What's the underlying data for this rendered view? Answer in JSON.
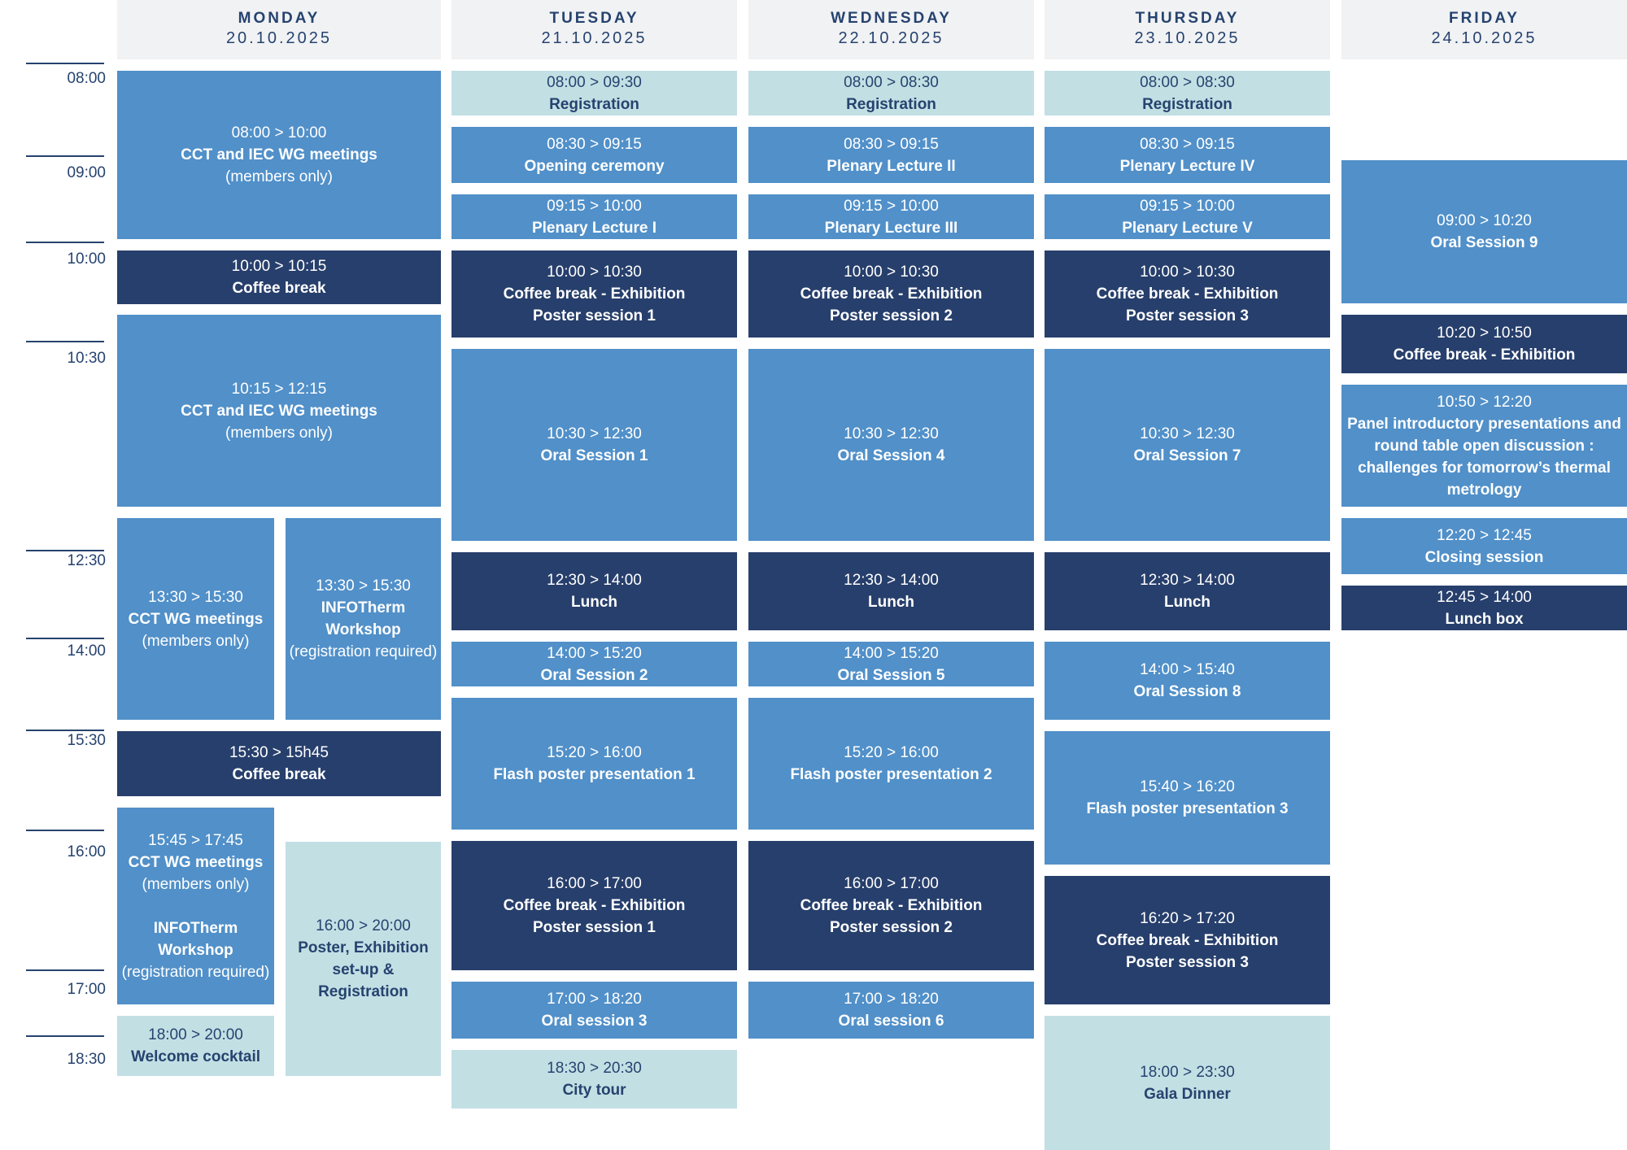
{
  "time_axis": [
    "08:00",
    "09:00",
    "10:00",
    "10:30",
    "12:30",
    "14:00",
    "15:30",
    "16:00",
    "17:00",
    "18:30"
  ],
  "days": [
    {
      "name": "MONDAY",
      "date": "20.10.2025"
    },
    {
      "name": "TUESDAY",
      "date": "21.10.2025"
    },
    {
      "name": "WEDNESDAY",
      "date": "22.10.2025"
    },
    {
      "name": "THURSDAY",
      "date": "23.10.2025"
    },
    {
      "name": "FRIDAY",
      "date": "24.10.2025"
    }
  ],
  "events": {
    "mon": [
      {
        "time": "08:00 > 10:00",
        "title": "CCT and IEC WG meetings",
        "sub": "(members only)"
      },
      {
        "time": "10:00 > 10:15",
        "title": "Coffee break"
      },
      {
        "time": "10:15 > 12:15",
        "title": "CCT and IEC WG meetings",
        "sub": "(members only)"
      },
      {
        "time": "13:30 > 15:30",
        "title": "CCT WG meetings",
        "sub": "(members only)"
      },
      {
        "time": "13:30 > 15:30",
        "title": "INFOTherm Workshop",
        "sub": "(registration required)"
      },
      {
        "time": "15:30 > 15h45",
        "title": "Coffee break"
      },
      {
        "time": "15:45 > 17:45",
        "title": "CCT WG meetings",
        "sub": "(members only)",
        "title2": "INFOTherm Workshop",
        "sub2": "(registration required)"
      },
      {
        "time": "16:00 > 20:00",
        "title": "Poster, Exhibition set-up & Registration"
      },
      {
        "time": "18:00 > 20:00",
        "title": "Welcome cocktail"
      }
    ],
    "tue": [
      {
        "time": "08:00 > 09:30",
        "title": "Registration"
      },
      {
        "time": "08:30 > 09:15",
        "title": "Opening ceremony"
      },
      {
        "time": "09:15 > 10:00",
        "title": "Plenary Lecture I"
      },
      {
        "time": "10:00 > 10:30",
        "title": "Coffee break - Exhibition",
        "title2": "Poster session 1"
      },
      {
        "time": "10:30 > 12:30",
        "title": "Oral Session 1"
      },
      {
        "time": "12:30 > 14:00",
        "title": "Lunch"
      },
      {
        "time": "14:00 > 15:20",
        "title": "Oral Session 2"
      },
      {
        "time": "15:20 > 16:00",
        "title": "Flash poster presentation 1"
      },
      {
        "time": "16:00 > 17:00",
        "title": "Coffee break - Exhibition",
        "title2": "Poster session 1"
      },
      {
        "time": "17:00 > 18:20",
        "title": "Oral session 3"
      },
      {
        "time": "18:30 > 20:30",
        "title": "City tour"
      }
    ],
    "wed": [
      {
        "time": "08:00 > 08:30",
        "title": "Registration"
      },
      {
        "time": "08:30 > 09:15",
        "title": "Plenary Lecture II"
      },
      {
        "time": "09:15 > 10:00",
        "title": "Plenary Lecture III"
      },
      {
        "time": "10:00 > 10:30",
        "title": "Coffee break - Exhibition",
        "title2": "Poster session 2"
      },
      {
        "time": "10:30 > 12:30",
        "title": "Oral Session 4"
      },
      {
        "time": "12:30 > 14:00",
        "title": "Lunch"
      },
      {
        "time": "14:00 > 15:20",
        "title": "Oral Session 5"
      },
      {
        "time": "15:20 > 16:00",
        "title": "Flash poster presentation 2"
      },
      {
        "time": "16:00 > 17:00",
        "title": "Coffee break - Exhibition",
        "title2": "Poster session 2"
      },
      {
        "time": "17:00 > 18:20",
        "title": "Oral session 6"
      }
    ],
    "thu": [
      {
        "time": "08:00 > 08:30",
        "title": "Registration"
      },
      {
        "time": "08:30 > 09:15",
        "title": "Plenary Lecture IV"
      },
      {
        "time": "09:15 > 10:00",
        "title": "Plenary Lecture V"
      },
      {
        "time": "10:00 > 10:30",
        "title": "Coffee break - Exhibition",
        "title2": "Poster session 3"
      },
      {
        "time": "10:30 > 12:30",
        "title": "Oral Session 7"
      },
      {
        "time": "12:30 > 14:00",
        "title": "Lunch"
      },
      {
        "time": "14:00 > 15:40",
        "title": "Oral Session 8"
      },
      {
        "time": "15:40 > 16:20",
        "title": "Flash poster presentation 3"
      },
      {
        "time": "16:20 > 17:20",
        "title": "Coffee break - Exhibition",
        "title2": "Poster session 3"
      },
      {
        "time": "18:00 > 23:30",
        "title": "Gala Dinner"
      }
    ],
    "fri": [
      {
        "time": "09:00 > 10:20",
        "title": "Oral Session 9"
      },
      {
        "time": "10:20 > 10:50",
        "title": "Coffee break - Exhibition"
      },
      {
        "time": "10:50 > 12:20",
        "title": "Panel introductory presentations and round table open discussion : challenges for tomorrow’s thermal metrology"
      },
      {
        "time": "12:20 > 12:45",
        "title": "Closing session"
      },
      {
        "time": "12:45 > 14:00",
        "title": "Lunch box"
      }
    ]
  }
}
